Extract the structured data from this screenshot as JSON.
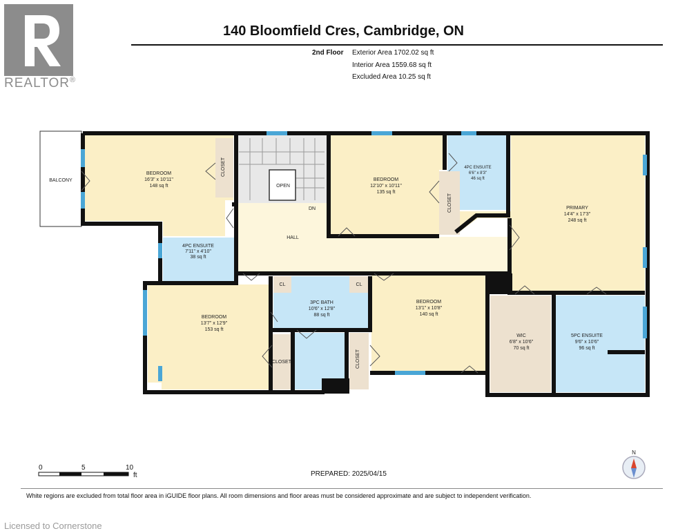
{
  "header": {
    "title": "140 Bloomfield Cres, Cambridge, ON",
    "floor": "2nd Floor",
    "exterior_area": "Exterior Area 1702.02 sq ft",
    "interior_area": "Interior Area 1559.68 sq ft",
    "excluded_area": "Excluded Area 10.25 sq ft"
  },
  "logo": {
    "word": "REALTOR",
    "mark": "®"
  },
  "rooms": {
    "balcony": "BALCONY",
    "bedroom1": {
      "name": "BEDROOM",
      "dims": "16'3\" x 10'11\"",
      "area": "148 sq ft"
    },
    "closet": "CLOSET",
    "open": "OPEN",
    "dn": "DN",
    "bedroom2": {
      "name": "BEDROOM",
      "dims": "12'10\" x 10'11\"",
      "area": "135 sq ft"
    },
    "ensuite4a": {
      "name": "4PC ENSUITE",
      "dims": "6'6\" x 8'3\"",
      "area": "46 sq ft"
    },
    "primary": {
      "name": "PRIMARY",
      "dims": "14'4\" x 17'3\"",
      "area": "248 sq ft"
    },
    "hall": "HALL",
    "ensuite4b": {
      "name": "4PC ENSUITE",
      "dims": "7'11\" x 4'10\"",
      "area": "38 sq ft"
    },
    "cl": "CL",
    "bath3": {
      "name": "3PC BATH",
      "dims": "10'6\" x 12'8\"",
      "area": "88 sq ft"
    },
    "bedroom3": {
      "name": "BEDROOM",
      "dims": "13'7\" x 12'9\"",
      "area": "153 sq ft"
    },
    "bedroom4": {
      "name": "BEDROOM",
      "dims": "13'1\" x 10'8\"",
      "area": "140 sq ft"
    },
    "wic": {
      "name": "WIC",
      "dims": "6'8\" x 10'6\"",
      "area": "70 sq ft"
    },
    "ensuite5": {
      "name": "5PC ENSUITE",
      "dims": "9'6\" x 10'6\"",
      "area": "96 sq ft"
    }
  },
  "scale": {
    "n0": "0",
    "n5": "5",
    "n10": "10",
    "unit": "ft"
  },
  "compass": "N",
  "prepared": "PREPARED: 2025/04/15",
  "disclaimer": "White regions are excluded from total floor area in iGUIDE floor plans. All room dimensions and floor areas must be considered approximate and are subject to independent verification.",
  "watermark": "Licensed to Cornerstone",
  "colors": {
    "beige": "#fbefc6",
    "blue": "#c6e6f7",
    "tan": "#ede1cf",
    "hall": "#fdf6dc",
    "wall": "#111111",
    "window": "#4aa6d6"
  }
}
